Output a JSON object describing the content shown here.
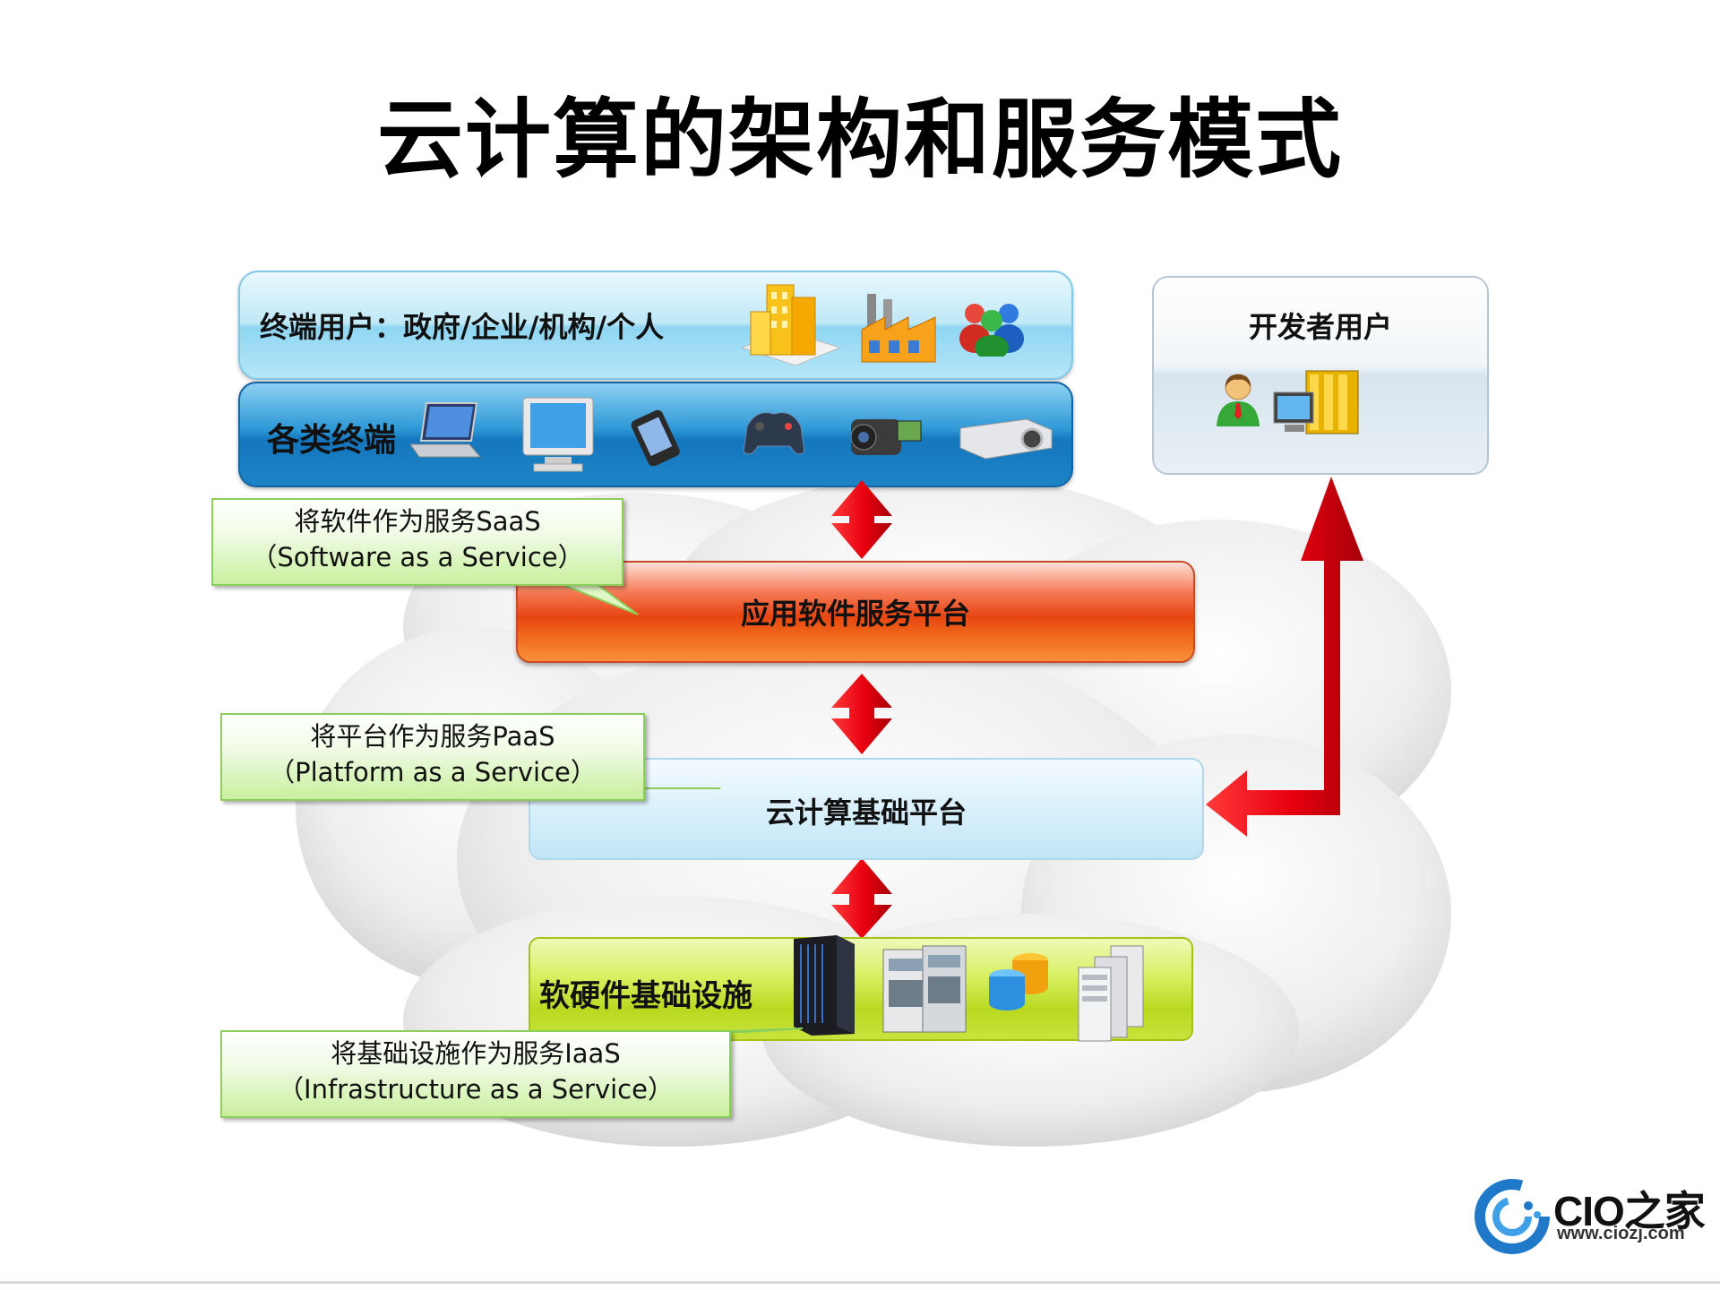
{
  "title": "云计算的架构和服务模式",
  "layers": {
    "end_users": {
      "label": "终端用户：政府/企业/机构/个人"
    },
    "terminals": {
      "label": "各类终端"
    },
    "developers": {
      "label": "开发者用户"
    },
    "saas_platform": {
      "label": "应用软件服务平台"
    },
    "cloud_platform": {
      "label": "云计算基础平台"
    },
    "infrastructure": {
      "label": "软硬件基础设施"
    }
  },
  "callouts": {
    "saas": {
      "line1": "将软件作为服务SaaS",
      "line2": "（Software as a Service）"
    },
    "paas": {
      "line1": "将平台作为服务PaaS",
      "line2": "（Platform as a Service）"
    },
    "iaas": {
      "line1": "将基础设施作为服务IaaS",
      "line2": "（Infrastructure as a Service）"
    }
  },
  "icons": {
    "end_users": [
      "buildings-icon",
      "factory-icon",
      "people-group-icon"
    ],
    "terminals": [
      "laptop-icon",
      "monitor-icon",
      "phone-icon",
      "gamepad-icon",
      "camcorder-icon",
      "projector-icon"
    ],
    "developers": [
      "developer-person-icon",
      "workstation-icon"
    ],
    "infrastructure": [
      "server-rack-icon",
      "storage-array-icon",
      "database-icon",
      "server-cluster-icon"
    ]
  },
  "logo": {
    "name": "CIO之家",
    "url": "www.ciozj.com"
  },
  "colors": {
    "arrow": "#e8000f",
    "saas_bar": "#e84512",
    "terminal_bar": "#1577bd",
    "iaas_bar": "#b9d920",
    "callout_border": "#8bcf5a"
  }
}
